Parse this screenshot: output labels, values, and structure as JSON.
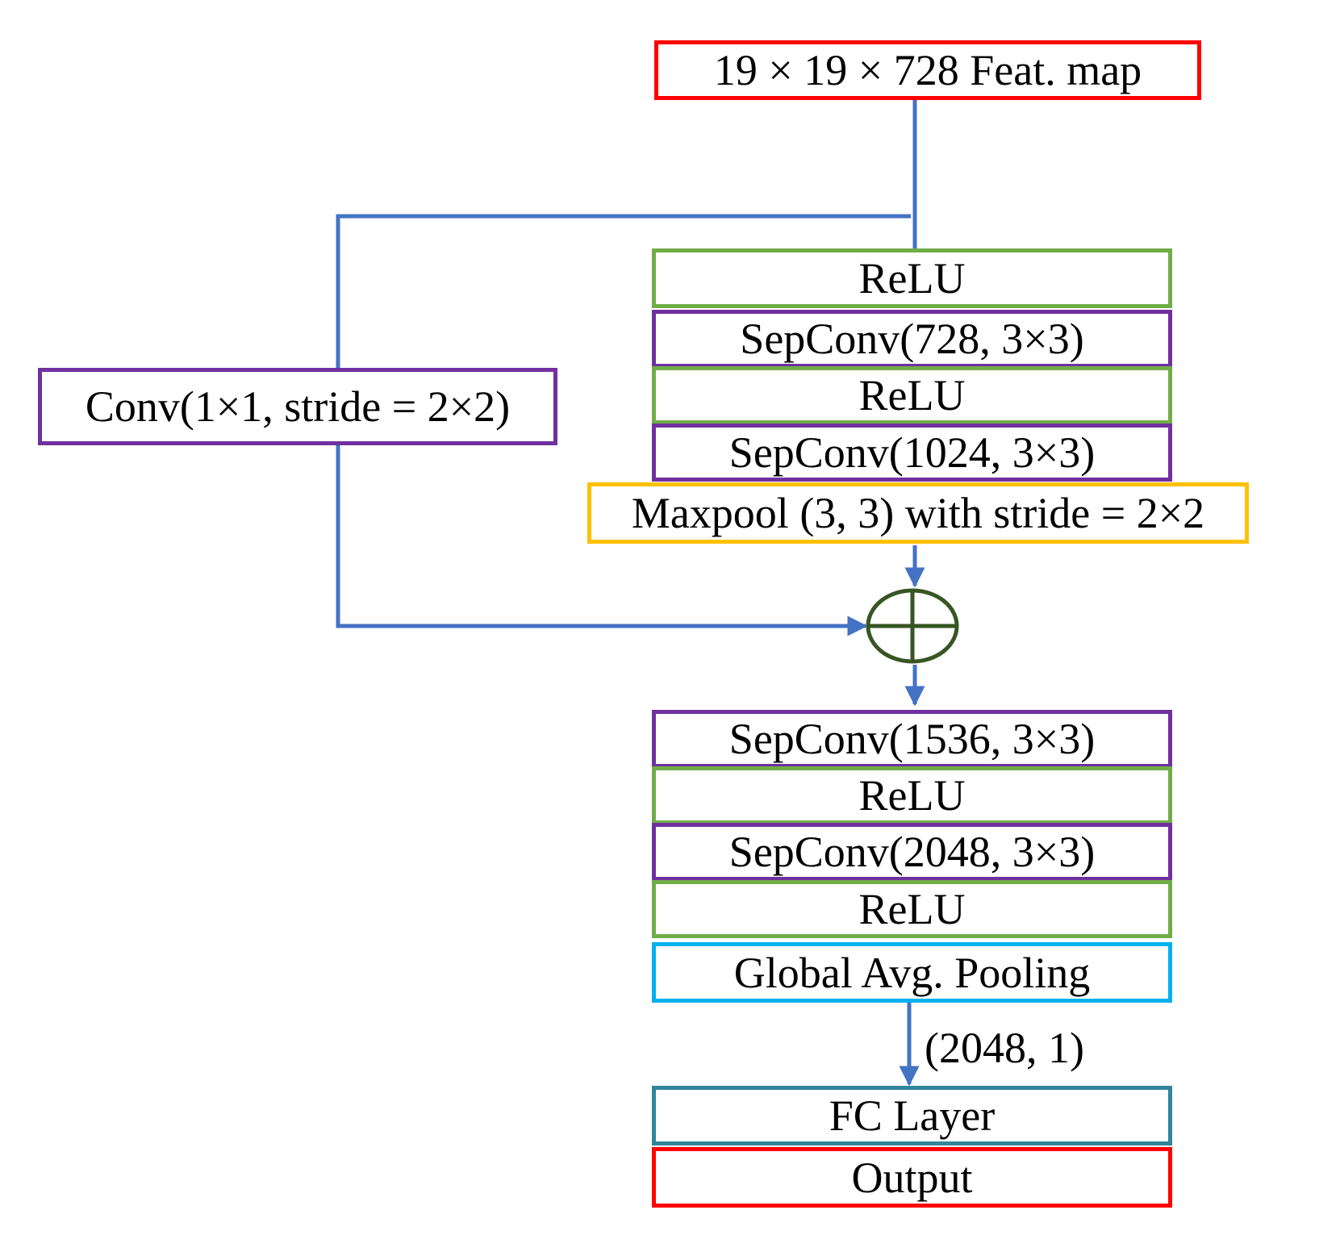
{
  "colors": {
    "connector": "#4472c4",
    "output_border": "#ff0000",
    "relu_border": "#70ad47",
    "sepconv_border": "#7030a0",
    "maxpool_border": "#ffc000",
    "pooling_border": "#00b0f0",
    "fc_border": "#31859c",
    "sum_node": "#375623"
  },
  "input_block": {
    "label": "19 × 19 × 728 Feat. map"
  },
  "skip_branch": {
    "conv_label": "Conv(1×1, stride = 2×2)"
  },
  "main_branch": {
    "relu_1": "ReLU",
    "sepconv_1": "SepConv(728, 3×3)",
    "relu_2": "ReLU",
    "sepconv_2": "SepConv(1024, 3×3)",
    "maxpool": "Maxpool (3, 3) with stride = 2×2"
  },
  "exit_flow": {
    "sepconv_3": "SepConv(1536, 3×3)",
    "relu_3": "ReLU",
    "sepconv_4": "SepConv(2048, 3×3)",
    "relu_4": "ReLU",
    "global_pool": "Global Avg. Pooling"
  },
  "vector_shape_label": "(2048, 1)",
  "fc_block": {
    "label": "FC Layer"
  },
  "output_block": {
    "label": "Output"
  },
  "sum_node": {
    "icon": "circled-plus-icon"
  }
}
